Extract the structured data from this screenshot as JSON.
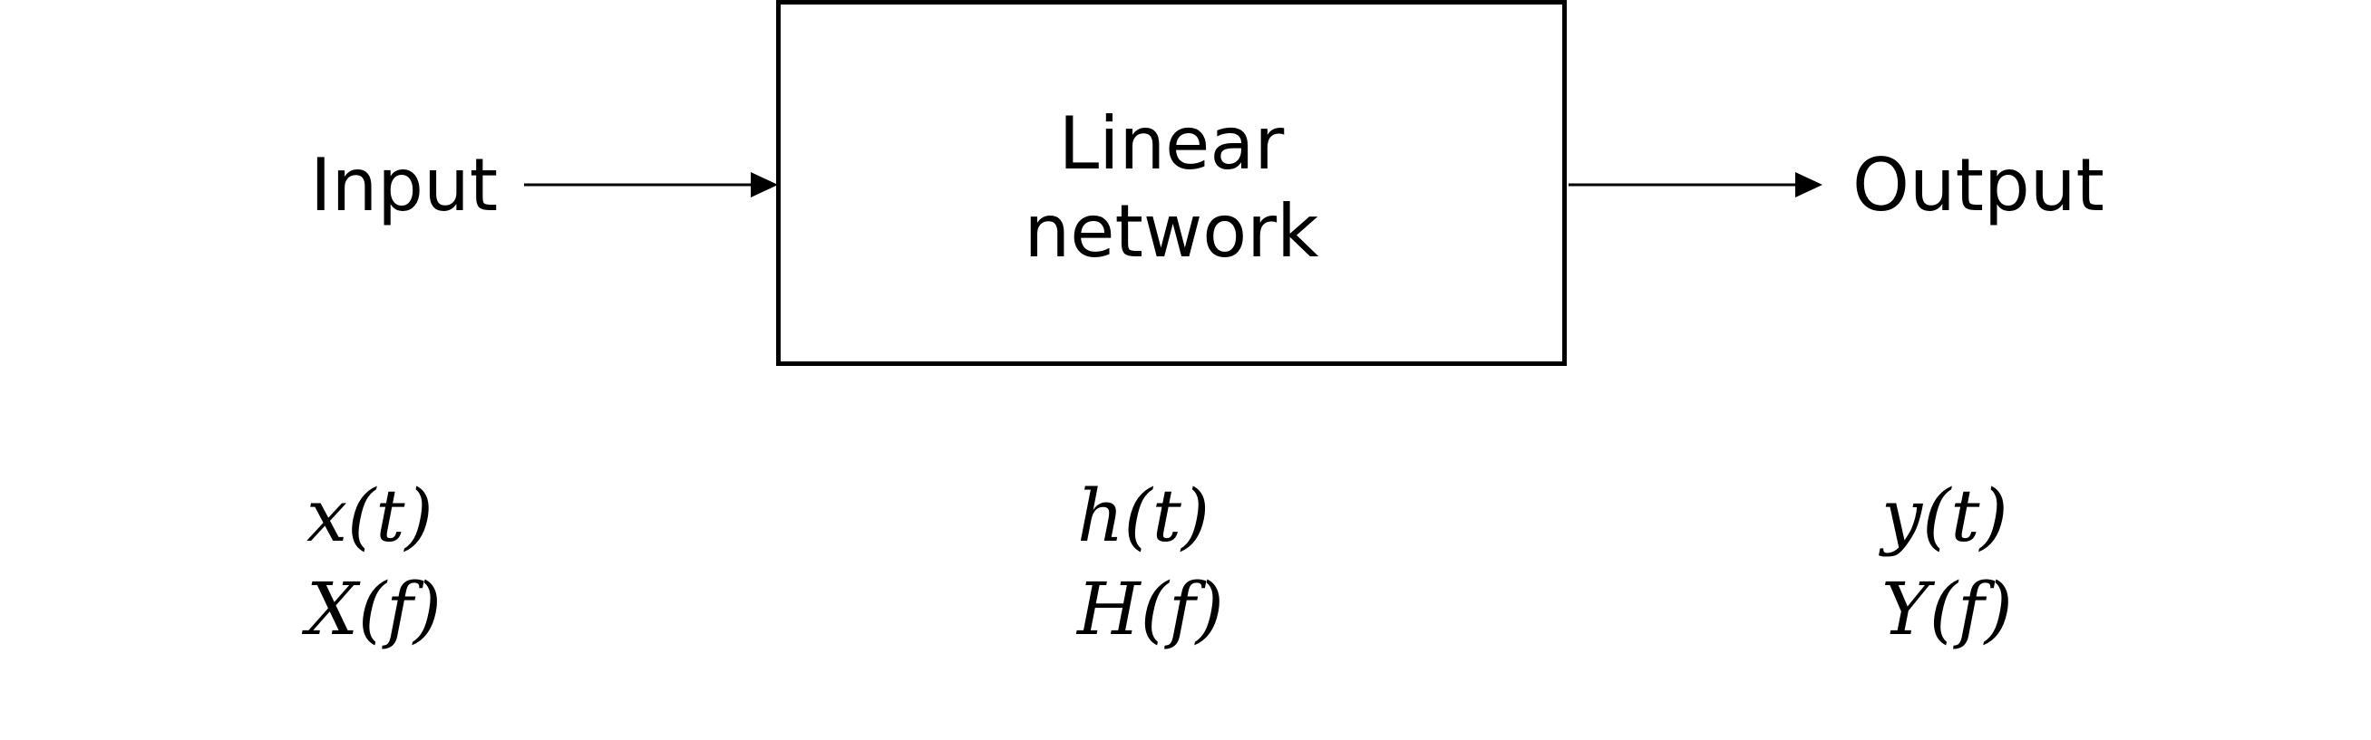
{
  "input": {
    "label": "Input",
    "time_signal": "x(t)",
    "freq_signal": "X(f)"
  },
  "system": {
    "line1": "Linear",
    "line2": "network",
    "time_signal": "h(t)",
    "freq_signal": "H(f)"
  },
  "output": {
    "label": "Output",
    "time_signal": "y(t)",
    "freq_signal": "Y(f)"
  },
  "colors": {
    "stroke": "#000000",
    "background": "#ffffff"
  }
}
